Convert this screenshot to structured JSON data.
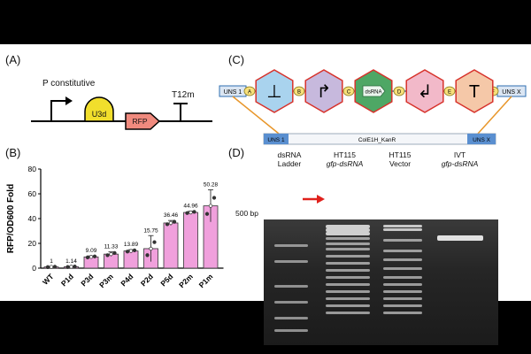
{
  "panels": {
    "a": {
      "label": "(A)"
    },
    "b": {
      "label": "(B)"
    },
    "c": {
      "label": "(C)"
    },
    "d": {
      "label": "(D)"
    }
  },
  "construct_a": {
    "promoter": "P constitutive",
    "rbs": "U3d",
    "reporter": "RFP",
    "terminator": "T12m"
  },
  "chart_data": {
    "type": "bar",
    "categories": [
      "WT",
      "P1d",
      "P3d",
      "P3m",
      "P4d",
      "P2d",
      "P5d",
      "P2m",
      "P1m"
    ],
    "values": [
      1,
      1.14,
      9.09,
      11.33,
      13.89,
      15.75,
      36.46,
      44.96,
      50.28
    ],
    "value_labels": [
      "1",
      "1.14",
      "9.09",
      "11.33",
      "13.89",
      "15.75",
      "36.46",
      "44.96",
      "50.28"
    ],
    "errors": [
      0.3,
      0.4,
      0.8,
      1.8,
      1.0,
      10.5,
      2.0,
      1.0,
      13.0
    ],
    "ylabel": "RFP/OD600 Fold",
    "ylim": [
      0,
      80
    ],
    "yticks": [
      "0",
      "20",
      "40",
      "60",
      "80"
    ],
    "bar_color": "#f0a0dc"
  },
  "assembly_c": {
    "left_uns": "UNS 1",
    "right_uns": "UNS X",
    "linkers": [
      "A",
      "B",
      "C",
      "D",
      "E",
      "F"
    ],
    "parts": [
      {
        "glyph": "⊥",
        "color": "#a9d3ee"
      },
      {
        "glyph": "↱",
        "color": "#c7b9dd"
      },
      {
        "glyph": "dsRNA",
        "color": "#4ea765"
      },
      {
        "glyph": "↲",
        "color": "#f2b9c9"
      },
      {
        "glyph": "T",
        "color": "#f5c8a8"
      }
    ],
    "backbone": {
      "left": "UNS 1",
      "middle": "ColE1H_KanR",
      "right": "UNS X"
    }
  },
  "gel_d": {
    "lanes": [
      {
        "line1": "dsRNA",
        "line2": "Ladder"
      },
      {
        "line1": "HT115",
        "line2": "gfp-dsRNA"
      },
      {
        "line1": "HT115",
        "line2": "Vector"
      },
      {
        "line1": "IVT",
        "line2": "gfp-dsRNA"
      }
    ],
    "marker_label": "500 bp"
  }
}
